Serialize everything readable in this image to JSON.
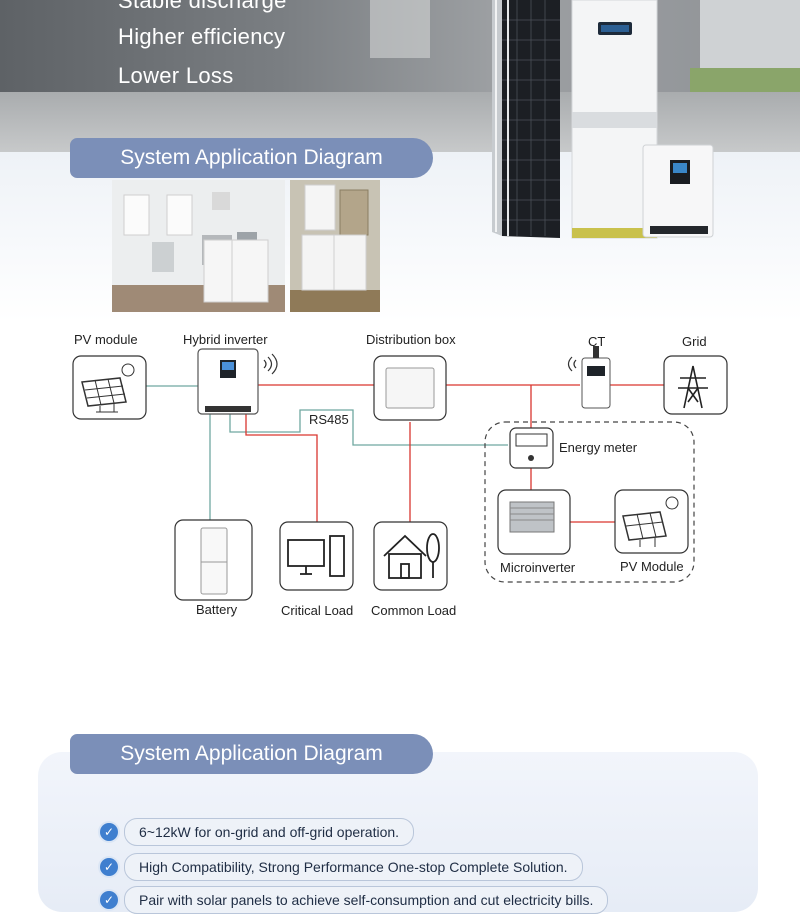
{
  "hero": {
    "bullets": [
      "Stable discharge",
      "Higher efficiency",
      "Lower Loss"
    ]
  },
  "section1": {
    "title": "System Application Diagram"
  },
  "diagram": {
    "labels": {
      "pv_module": "PV module",
      "hybrid_inverter": "Hybrid inverter",
      "distribution_box": "Distribution box",
      "ct": "CT",
      "grid": "Grid",
      "rs485": "RS485",
      "energy_meter": "Energy meter",
      "battery": "Battery",
      "critical_load": "Critical Load",
      "common_load": "Common Load",
      "microinverter": "Microinverter",
      "pv_module_2": "PV Module"
    },
    "colors": {
      "ac_line": "#d9362f",
      "comm_line": "#6fa8a0",
      "pill": "#7b8fb8"
    }
  },
  "section2": {
    "title": "System Application Diagram",
    "features": [
      "6~12kW for on-grid and off-grid operation.",
      "High Compatibility, Strong Performance One-stop Complete Solution.",
      "Pair with solar panels to achieve self-consumption and cut electricity bills."
    ]
  }
}
